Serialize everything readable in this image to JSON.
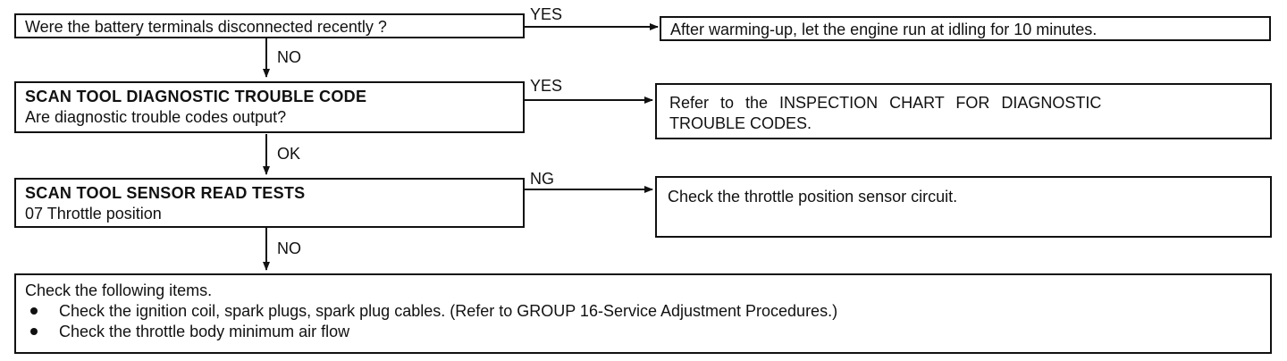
{
  "q1": {
    "text": "Were the battery terminals disconnected recently ?"
  },
  "a1": {
    "text": "After warming-up, let the engine run at idling for 10 minutes."
  },
  "q2": {
    "title": "SCAN TOOL DIAGNOSTIC TROUBLE CODE",
    "text": "Are diagnostic trouble codes output?"
  },
  "a2": {
    "line1": "Refer to the INSPECTION CHART FOR DIAGNOSTIC",
    "line2": "TROUBLE CODES."
  },
  "q3": {
    "title": "SCAN TOOL SENSOR READ TESTS",
    "text": "07 Throttle position"
  },
  "a3": {
    "text": "Check the throttle position sensor circuit."
  },
  "final": {
    "heading": "Check the following items.",
    "items": [
      "Check the ignition coil, spark plugs, spark plug cables. (Refer to GROUP 16-Service Adjustment Procedures.)",
      "Check the throttle body minimum air flow"
    ]
  },
  "labels": {
    "yes1": "YES",
    "no1": "NO",
    "yes2": "YES",
    "ok2": "OK",
    "ng3": "NG",
    "no3": "NO"
  }
}
